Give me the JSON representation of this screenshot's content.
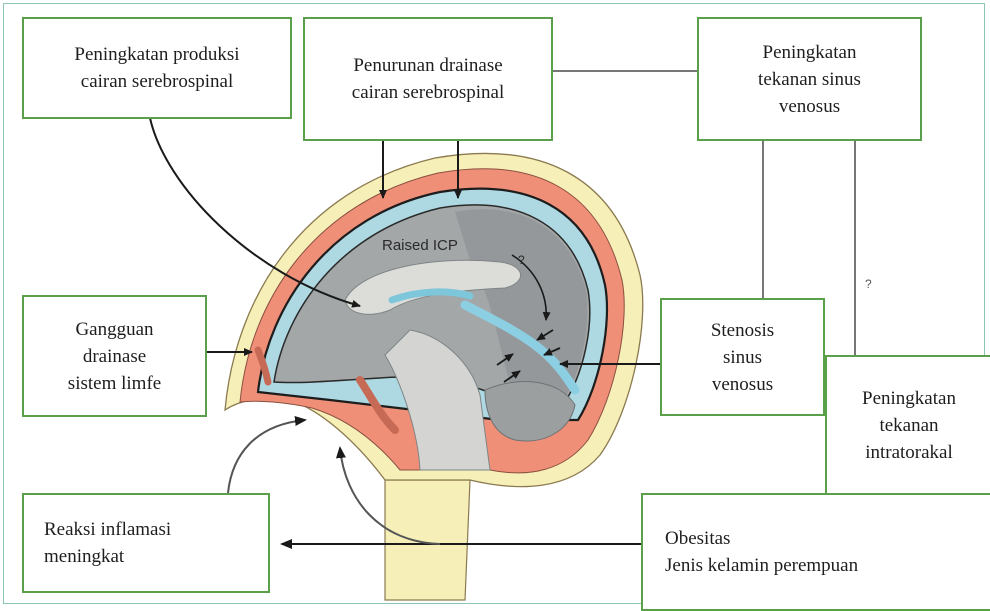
{
  "figure": {
    "boxes": {
      "increase_csf_production": {
        "lines": [
          "Peningkatan produksi",
          "cairan serebrospinal"
        ]
      },
      "decrease_csf_drainage": {
        "lines": [
          "Penurunan drainase",
          "cairan serebrospinal"
        ]
      },
      "increase_sinus_pressure": {
        "lines": [
          "Peningkatan",
          "tekanan sinus",
          "venosus"
        ]
      },
      "lymph_drainage": {
        "lines": [
          "Gangguan",
          "drainase",
          "sistem limfe"
        ]
      },
      "venous_stenosis": {
        "lines": [
          "Stenosis",
          "sinus",
          "venosus"
        ]
      },
      "intrathoracic_pressure": {
        "lines": [
          "Peningkatan",
          "tekanan",
          "intratorakal"
        ]
      },
      "inflammation": {
        "lines": [
          "Reaksi inflamasi",
          "meningkat"
        ]
      },
      "obesity": {
        "lines": [
          "Obesitas",
          "Jenis kelamin perempuan"
        ]
      }
    },
    "illustration": {
      "label_raised_icp": "Raised ICP",
      "label_question_inner": "?",
      "label_question_side": "?"
    }
  }
}
